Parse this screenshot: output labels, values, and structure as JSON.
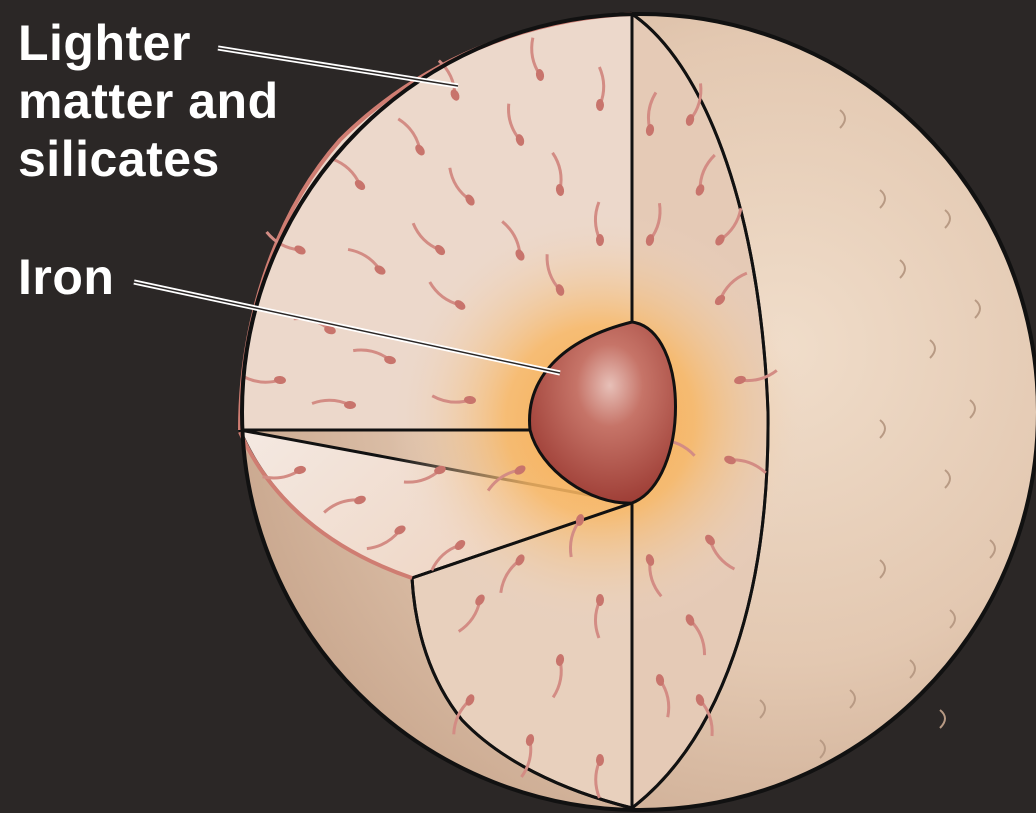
{
  "labels": {
    "silicates": [
      "Lighter",
      "matter and",
      "silicates"
    ],
    "iron": "Iron"
  },
  "colors": {
    "background": "#2b2726",
    "surface": "#e6cdb6",
    "interior": "#ecd8cb",
    "interior_light": "#f2e6df",
    "glow": "#f7a94a",
    "core": "#bb5a50",
    "droplet": "#c8746c",
    "outline": "#111111",
    "label_text": "#ffffff"
  },
  "icons": [
    "iron-droplet-icon",
    "crater-mark-icon"
  ]
}
